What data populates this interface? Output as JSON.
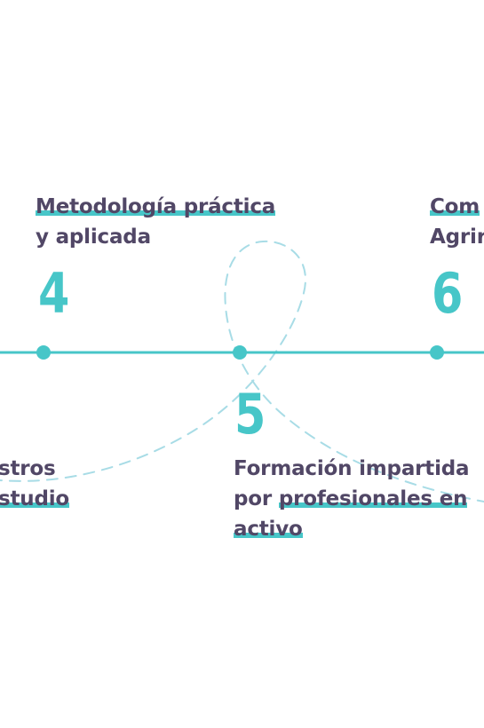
{
  "colors": {
    "accent": "#47c6c8",
    "text": "#514766",
    "dashed_path": "#a8dce6",
    "background": "#ffffff"
  },
  "steps": [
    {
      "number": "4",
      "title_underlined": "Metodología práctica",
      "title_rest": "y aplicada"
    },
    {
      "number": "5",
      "title_line1": "Formación impartida",
      "title_line2_plain": "por ",
      "title_line2_underlined": "profesionales en",
      "title_line3_underlined": "activo"
    },
    {
      "number": "6",
      "title_underlined": "Com",
      "title_rest": "Agrir"
    },
    {
      "title_line1": "stros",
      "title_line2_underlined": "studio"
    }
  ]
}
